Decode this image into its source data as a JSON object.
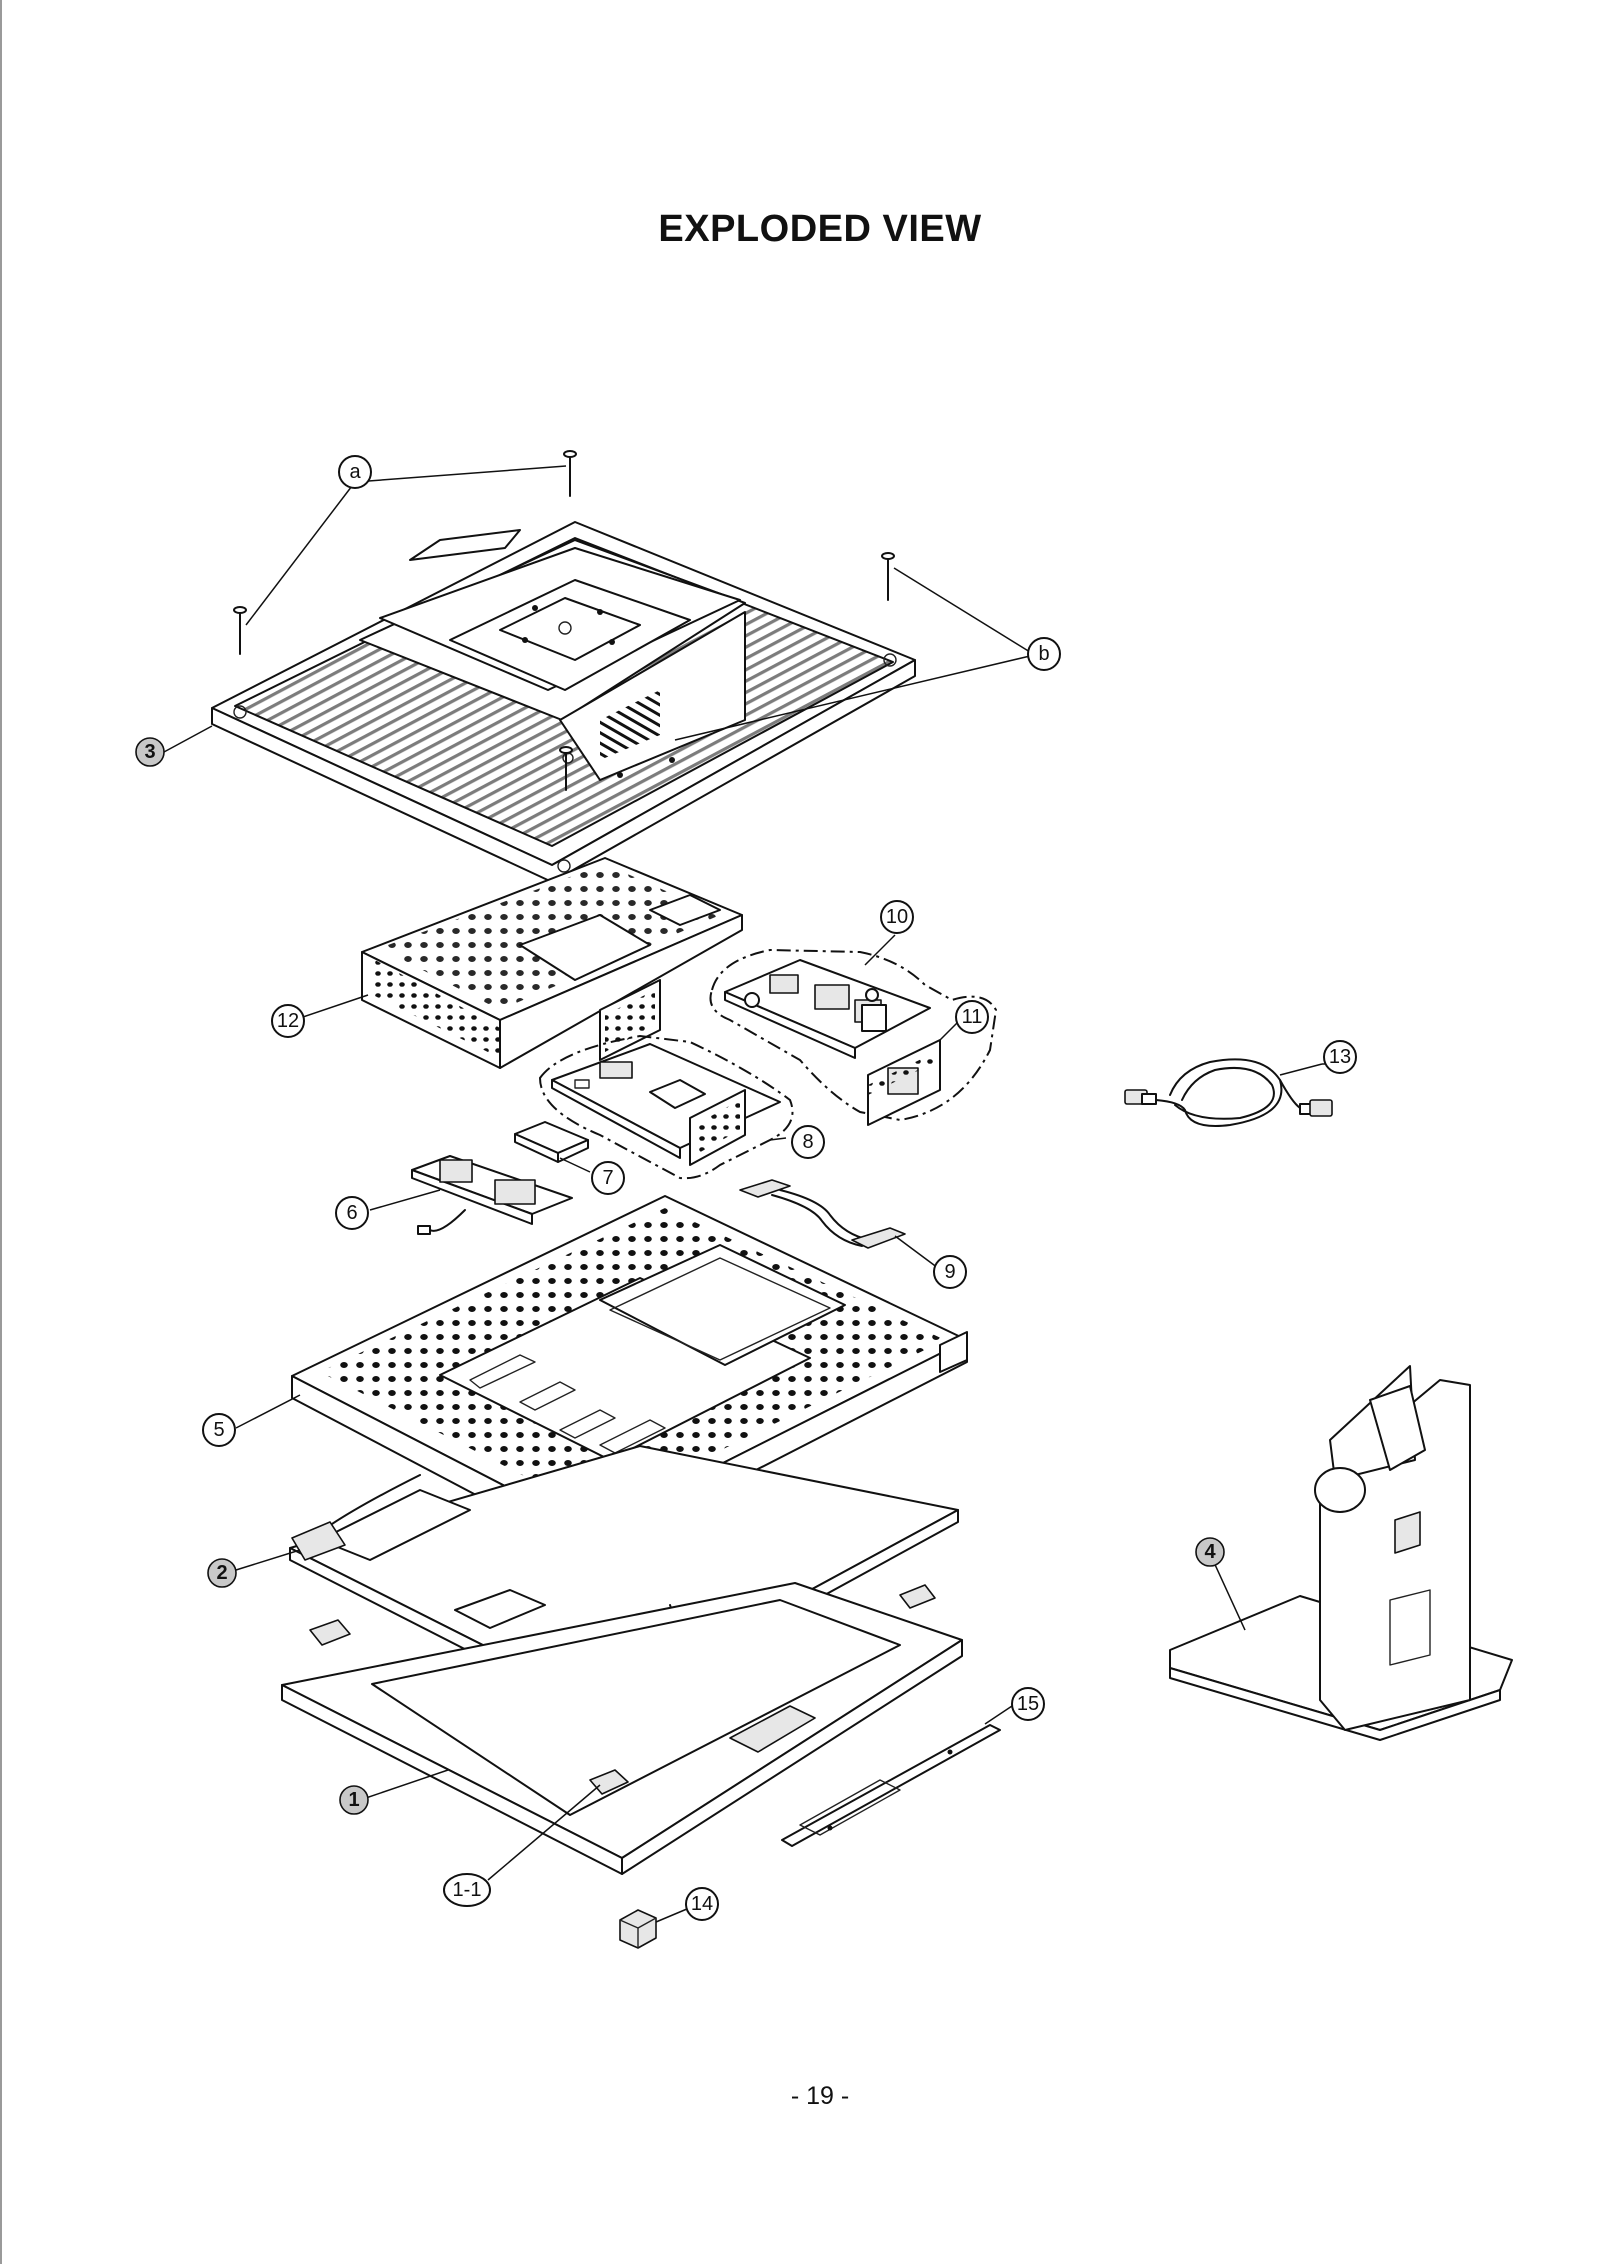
{
  "title": "EXPLODED VIEW",
  "page_number": "- 19 -",
  "callouts": {
    "a": "a",
    "b": "b",
    "p1": "1",
    "p1_1": "1-1",
    "p2": "2",
    "p3": "3",
    "p4": "4",
    "p5": "5",
    "p6": "6",
    "p7": "7",
    "p8": "8",
    "p9": "9",
    "p10": "10",
    "p11": "11",
    "p12": "12",
    "p13": "13",
    "p14": "14",
    "p15": "15"
  }
}
